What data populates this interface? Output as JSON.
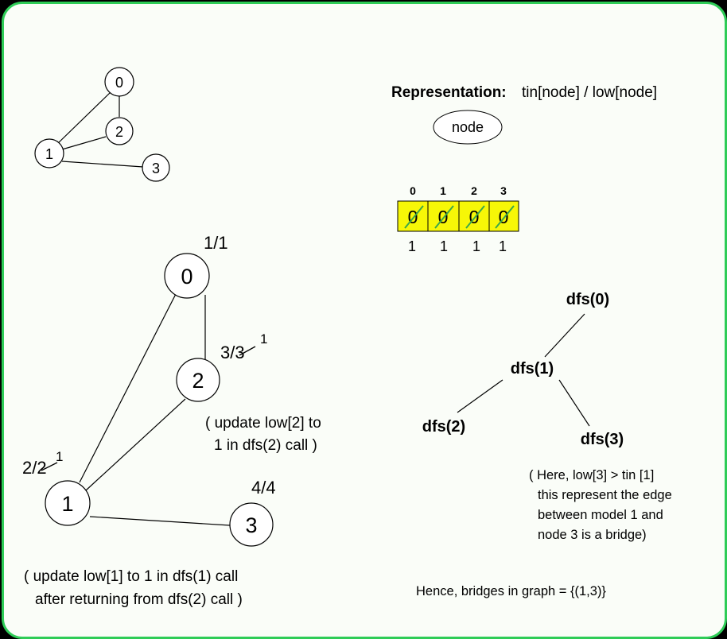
{
  "small_graph": {
    "nodes": [
      "0",
      "1",
      "2",
      "3"
    ]
  },
  "big_graph": {
    "nodes": [
      "0",
      "1",
      "2",
      "3"
    ],
    "label_0": "1/1",
    "label_2_main": "3/3",
    "label_2_sup": "1",
    "label_1_main": "2/2",
    "label_1_sup": "1",
    "label_3": "4/4",
    "note_2_line1": "( update low[2] to",
    "note_2_line2": "1 in dfs(2) call )",
    "note_1_line1": "( update low[1] to 1 in dfs(1) call",
    "note_1_line2": "after returning from dfs(2) call )"
  },
  "representation": {
    "label": "Representation:",
    "formula": "tin[node] / low[node]",
    "node_label": "node"
  },
  "array": {
    "indices": [
      "0",
      "1",
      "2",
      "3"
    ],
    "values": [
      "0",
      "0",
      "0",
      "0"
    ],
    "below": [
      "1",
      "1",
      "1",
      "1"
    ],
    "cell_color": "#f7f707",
    "strike_color": "#3aa84a"
  },
  "tree": {
    "root": "dfs(0)",
    "mid": "dfs(1)",
    "left": "dfs(2)",
    "right": "dfs(3)"
  },
  "explanation": {
    "line1": "( Here, low[3] > tin [1]",
    "line2": "this represent the edge",
    "line3": "between model 1 and",
    "line4": "node 3 is a bridge)"
  },
  "conclusion": "Hence, bridges in graph = {(1,3)}"
}
